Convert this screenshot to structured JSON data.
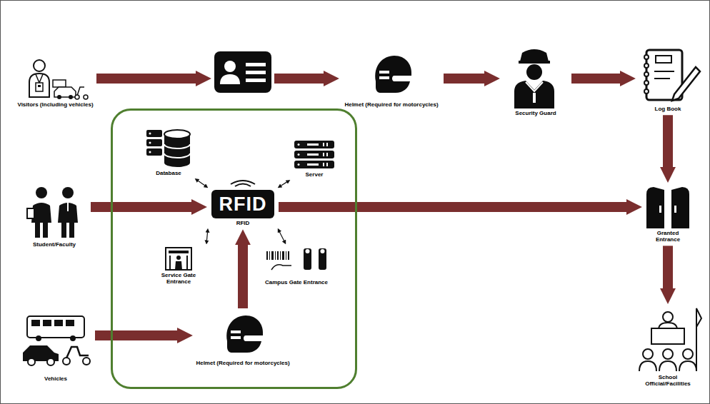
{
  "diagram": {
    "nodes": [
      {
        "text": [
          "Visitors (Including vehicles)"
        ]
      },
      {
        "text": []
      },
      {
        "text": [
          "Helmet (Required for motorcycles)"
        ]
      },
      {
        "text": [
          "Security Guard"
        ]
      },
      {
        "text": [
          "Log Book"
        ]
      },
      {
        "text": [
          "Student/Faculty"
        ]
      },
      {
        "text": []
      },
      {
        "text": [
          "Database"
        ],
        "in": 6
      },
      {
        "text": [
          "RFID",
          "RFID"
        ],
        "in": 6
      },
      {
        "text": [
          "Server"
        ],
        "in": 6
      },
      {
        "text": [
          "Service Gate Entrance"
        ],
        "in": 6
      },
      {
        "text": [
          "Campus Gate Entrance"
        ],
        "in": 6
      },
      {
        "text": [
          "Helmet (Required for motorcycles)"
        ],
        "in": 6
      },
      {
        "text": [
          "Granted Entrance"
        ]
      },
      {
        "text": [
          "Vehicles"
        ]
      },
      {
        "text": [
          "School Official/Facilities"
        ]
      }
    ],
    "edges": [
      {
        "from": 0,
        "to": 1,
        "arrow": "to"
      },
      {
        "from": 1,
        "to": 2,
        "arrow": "to"
      },
      {
        "from": 2,
        "to": 3,
        "arrow": "to"
      },
      {
        "from": 3,
        "to": 4,
        "arrow": "to"
      },
      {
        "from": 4,
        "to": 13,
        "arrow": "to"
      },
      {
        "from": 5,
        "to": 8,
        "arrow": "to"
      },
      {
        "from": 8,
        "to": 13,
        "arrow": "to"
      },
      {
        "from": 13,
        "to": 15,
        "arrow": "to"
      },
      {
        "from": 14,
        "to": 12,
        "arrow": "to"
      },
      {
        "from": 12,
        "to": 8,
        "arrow": "to"
      },
      {
        "from": 8,
        "to": 7,
        "arrow": "both"
      },
      {
        "from": 8,
        "to": 9,
        "arrow": "both"
      },
      {
        "from": 8,
        "to": 10,
        "arrow": "both"
      },
      {
        "from": 8,
        "to": 11,
        "arrow": "both"
      }
    ]
  }
}
